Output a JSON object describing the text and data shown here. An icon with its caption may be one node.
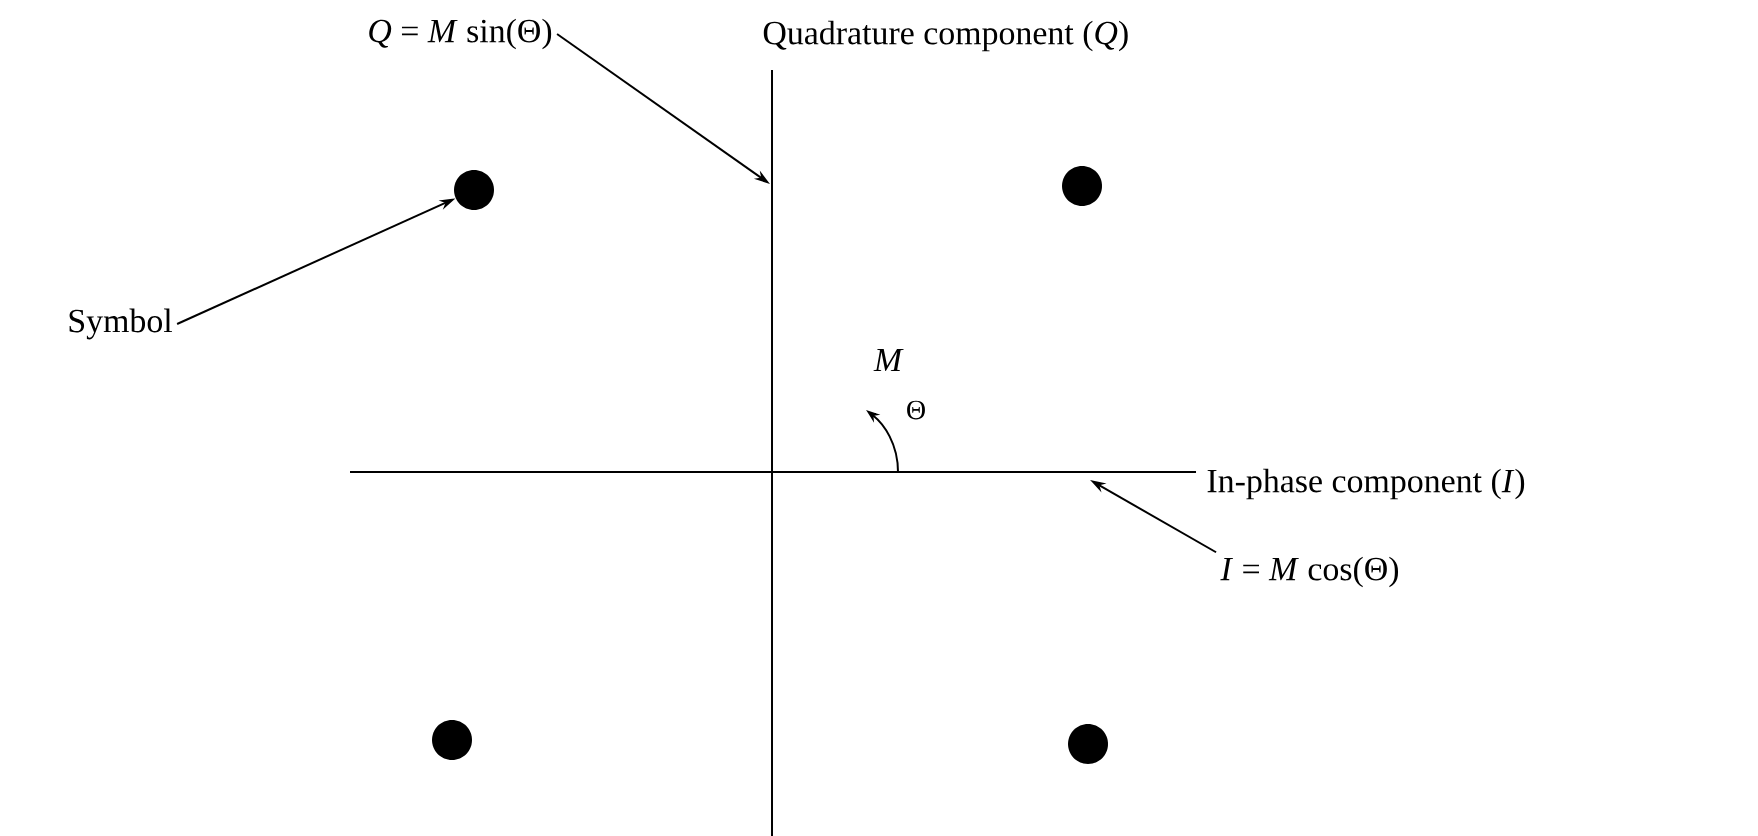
{
  "diagram": {
    "nodes": [
      {
        "text": [
          "Symbol"
        ]
      },
      {
        "text": [
          "*Q* = *M* sin(Θ)"
        ]
      },
      {
        "text": [
          "*I* = *M* cos(Θ)"
        ]
      },
      {
        "text": [],
        "shape": "circle"
      },
      {
        "text": [],
        "shape": "circle"
      },
      {
        "text": [],
        "shape": "circle"
      },
      {
        "text": [],
        "shape": "circle"
      }
    ],
    "edges": [
      {
        "from": 0,
        "to": 3,
        "arrow": "to"
      },
      {
        "from": 1,
        "to": null,
        "arrow": "to"
      },
      {
        "from": 2,
        "to": null,
        "arrow": "to"
      }
    ],
    "labels": [
      "Quadrature component (*Q*)",
      "M",
      "Θ",
      "In-phase component (*I*)"
    ]
  }
}
